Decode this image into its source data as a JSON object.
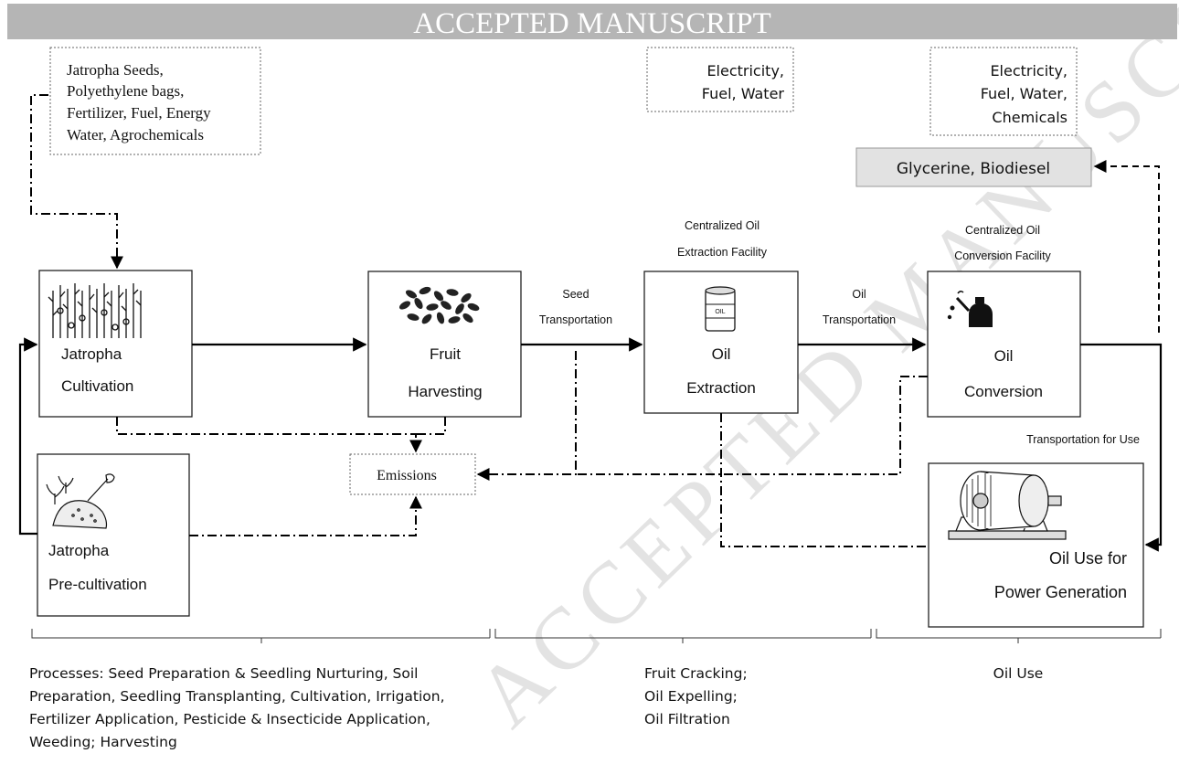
{
  "banner": "ACCEPTED MANUSCRIPT",
  "inputs": {
    "cultivation": [
      "Jatropha Seeds,",
      "Polyethylene bags,",
      "Fertilizer, Fuel, Energy",
      "Water, Agrochemicals"
    ],
    "extraction": [
      "Electricity,",
      "Fuel, Water"
    ],
    "conversion": [
      "Electricity,",
      "Fuel, Water,",
      "Chemicals"
    ]
  },
  "products": "Glycerine, Biodiesel",
  "facilities": {
    "extraction": [
      "Centralized Oil",
      "Extraction Facility"
    ],
    "conversion": [
      "Centralized Oil",
      "Conversion Facility"
    ]
  },
  "processes": {
    "cultivation": [
      "Jatropha",
      "Cultivation"
    ],
    "harvesting": [
      "Fruit",
      "Harvesting"
    ],
    "extraction": [
      "Oil",
      "Extraction"
    ],
    "conversion": [
      "Oil",
      "Conversion"
    ],
    "precultivation": [
      "Jatropha",
      "Pre-cultivation"
    ],
    "power": [
      "Oil Use for",
      "Power Generation"
    ]
  },
  "transport": {
    "seed": [
      "Seed",
      "Transportation"
    ],
    "oil": [
      "Oil",
      "Transportation"
    ],
    "use": "Transportation for Use"
  },
  "emissions": "Emissions",
  "drum_label": "OIL",
  "stages": {
    "cultivation": [
      "Processes: Seed Preparation & Seedling Nurturing, Soil",
      "Preparation, Seedling Transplanting, Cultivation, Irrigation,",
      "Fertilizer Application, Pesticide & Insecticide Application,",
      "Weeding; Harvesting"
    ],
    "extraction": [
      "Fruit Cracking;",
      "Oil Expelling;",
      "Oil Filtration"
    ],
    "use": [
      "Oil Use"
    ]
  },
  "watermark": "ACCEPTED MANUSCRIPT"
}
